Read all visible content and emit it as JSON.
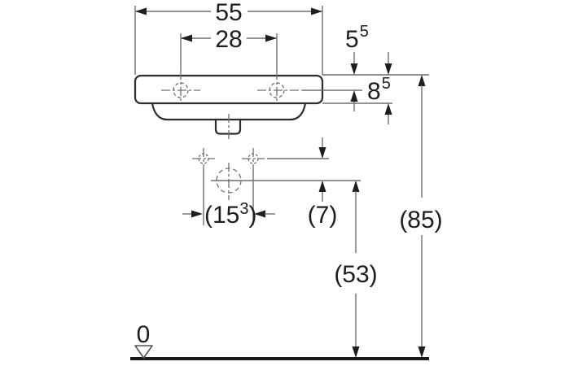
{
  "meta": {
    "title": "Washbasin front-view dimension drawing",
    "unit_note": "dimensions in cm"
  },
  "colors": {
    "background": "#ffffff",
    "outline": "#2d2d2d",
    "dimension_line": "#6f6f6f",
    "arrow": "#1e1e1e",
    "text": "#1e1e1e"
  },
  "dimensions": {
    "overall_width": "55",
    "tap_hole_spacing": "28",
    "top_to_tap_axis": {
      "main": "5",
      "sup": "5"
    },
    "apron_height": {
      "main": "8",
      "sup": "5"
    },
    "fixing_hole_spacing": {
      "pre": "(15",
      "sup": "3",
      "post": ")"
    },
    "hole_to_drain": "(7)",
    "drain_axis_height": "(53)",
    "rim_top_height": "(85)",
    "floor_datum": "0"
  }
}
